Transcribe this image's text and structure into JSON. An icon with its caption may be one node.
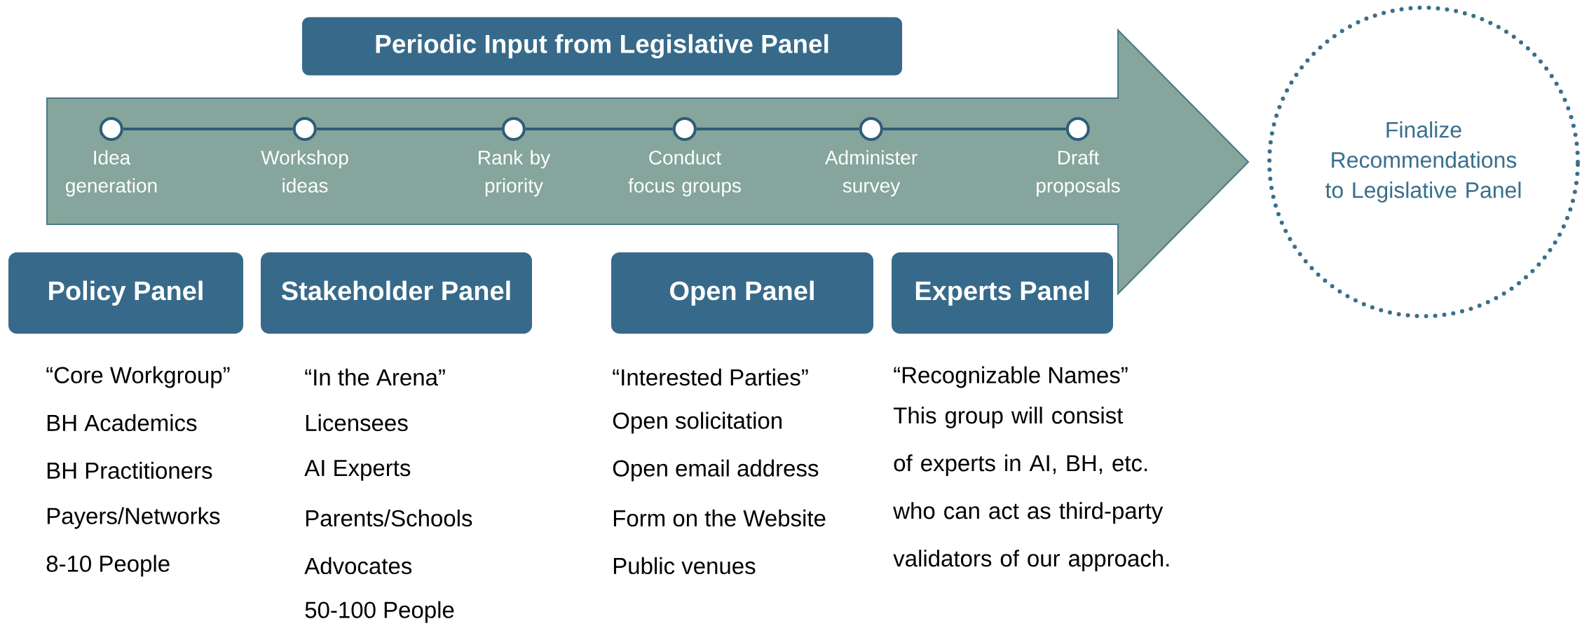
{
  "diagram": {
    "nodes": [
      {
        "text": [
          "Periodic Input from Legislative Panel"
        ]
      },
      {
        "text": [],
        "shape": "arrow"
      },
      {
        "text": [],
        "shape": "circle",
        "in": 1,
        "beside": [
          "Idea generation"
        ]
      },
      {
        "text": [],
        "shape": "circle",
        "in": 1,
        "beside": [
          "Workshop ideas"
        ]
      },
      {
        "text": [],
        "shape": "circle",
        "in": 1,
        "beside": [
          "Rank by priority"
        ]
      },
      {
        "text": [],
        "shape": "circle",
        "in": 1,
        "beside": [
          "Conduct focus groups"
        ]
      },
      {
        "text": [],
        "shape": "circle",
        "in": 1,
        "beside": [
          "Administer survey"
        ]
      },
      {
        "text": [],
        "shape": "circle",
        "in": 1,
        "beside": [
          "Draft proposals"
        ]
      },
      {
        "text": [
          "Finalize Recommendations to Legislative Panel"
        ]
      },
      {
        "text": [
          "Policy Panel"
        ],
        "beside": [
          "“Core Workgroup”",
          "BH Academics",
          "BH Practitioners",
          "Payers/Networks",
          "8-10 People"
        ]
      },
      {
        "text": [
          "Stakeholder Panel"
        ],
        "beside": [
          "“In the Arena”",
          "Licensees",
          "AI Experts",
          "Parents/Schools",
          "Advocates",
          "50-100 People"
        ]
      },
      {
        "text": [
          "Open Panel"
        ],
        "beside": [
          "“Interested Parties”",
          "Open solicitation",
          "Open email address",
          "Form on the Website",
          "Public venues"
        ]
      },
      {
        "text": [
          "Experts Panel"
        ],
        "beside": [
          "“Recognizable Names”",
          "This group will consist of experts in AI, BH, etc. who can act as third-party validators of our approach."
        ]
      }
    ],
    "edges": [
      {
        "from": 2,
        "to": 3,
        "arrow": "none"
      },
      {
        "from": 3,
        "to": 4,
        "arrow": "none"
      },
      {
        "from": 4,
        "to": 5,
        "arrow": "none"
      },
      {
        "from": 5,
        "to": 6,
        "arrow": "none"
      },
      {
        "from": 6,
        "to": 7,
        "arrow": "none"
      }
    ]
  }
}
